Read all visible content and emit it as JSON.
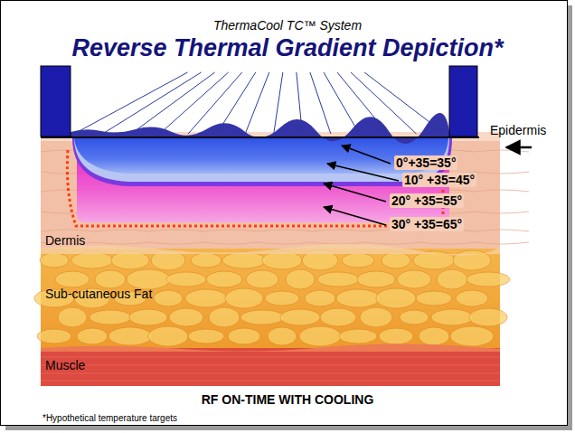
{
  "diagram": {
    "title": "Reverse Thermal Gradient Depiction*",
    "caption": "RF ON-TIME WITH COOLING",
    "nodes": [
      {
        "text": [
          "Dermis"
        ]
      },
      {
        "text": [
          "Sub-cutaneous Fat"
        ]
      },
      {
        "text": [
          "Muscle"
        ]
      }
    ],
    "labels": [
      "ThermaCool TC™ System",
      "Epidermis",
      "0°+35=35°",
      "10° +35=45°",
      "20° +35=55°",
      "30° +35=65°",
      "*Hypothetical temperature targets"
    ]
  }
}
